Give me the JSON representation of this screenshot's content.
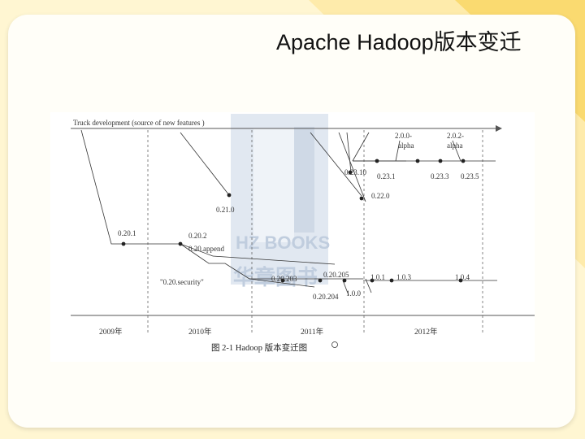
{
  "slide": {
    "title": "Apache Hadoop版本变迁",
    "colors": {
      "stripe": "#fde79a",
      "stripe_dark": "#f7cf4a",
      "panel": "#fffef8"
    }
  },
  "figure": {
    "header": "Truck development  (source of new features )",
    "watermark": "HZ BOOKS 华章图书",
    "years": [
      "2009年",
      "2010年",
      "2011年",
      "2012年"
    ],
    "versions": {
      "v0201": "0.20.1",
      "v0202": "0.20.2",
      "append": "0.20.append",
      "security": "\"0.20.security\"",
      "v0210": "0.21.0",
      "v0220": "0.22.0",
      "v02310": "0.23.10",
      "v0231": "0.23.1",
      "v0233": "0.23.3",
      "v0235": "0.23.5",
      "v020alpha": "2.0.0-alpha",
      "v020alpha_a": "2.0.0-",
      "v020alpha_b": "alpha",
      "v202alpha_a": "2.0.2-",
      "v202alpha_b": "alpha",
      "v020203": "0.20.203",
      "v020204": "0.20.204",
      "v020205": "0.20.205",
      "v100": "1.0.0",
      "v101": "1.0.1",
      "v103": "1.0.3",
      "v104": "1.0.4"
    },
    "caption": "图 2-1    Hadoop 版本变迁图"
  }
}
